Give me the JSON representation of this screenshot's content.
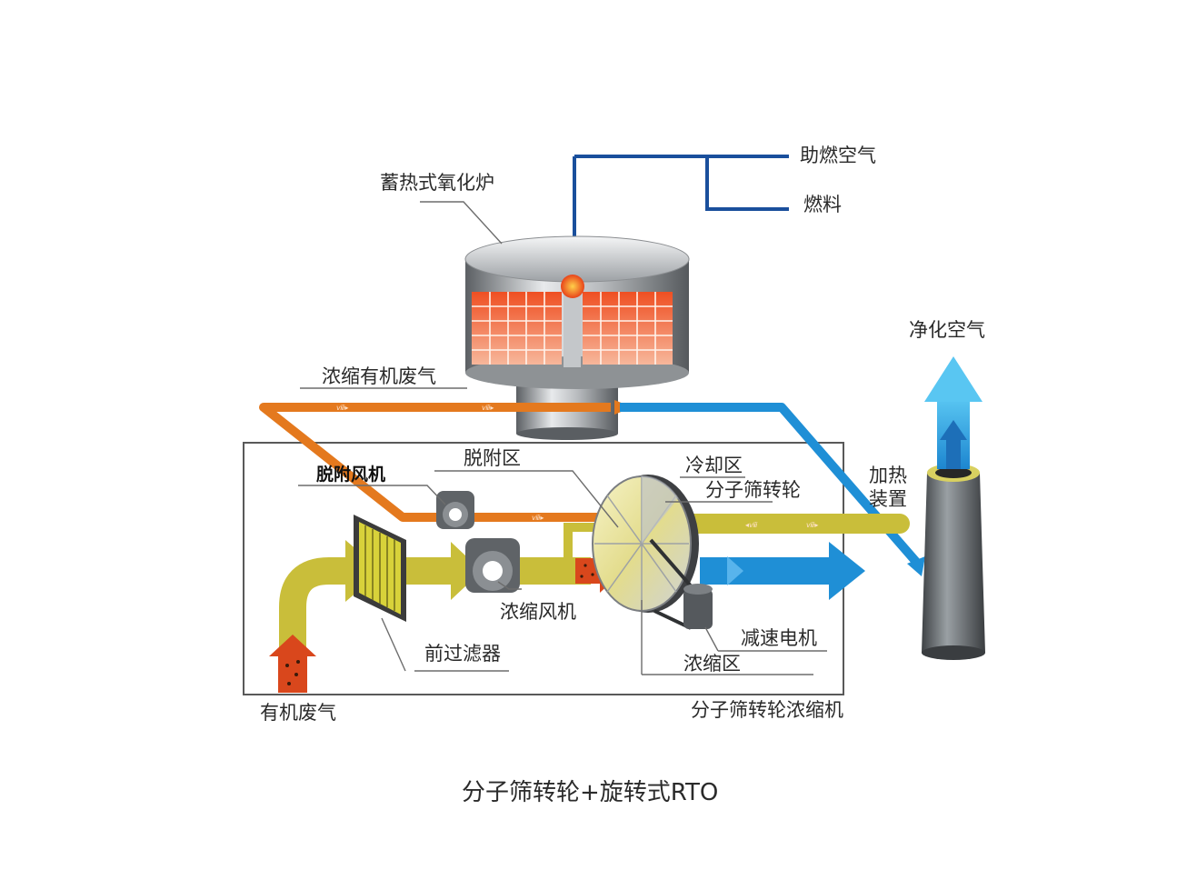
{
  "labels": {
    "regenerative_oxidizer": "蓄热式氧化炉",
    "combustion_air": "助燃空气",
    "fuel": "燃料",
    "clean_air": "净化空气",
    "concentrated_voc": "浓缩有机废气",
    "desorption_fan": "脱附风机",
    "desorption_zone": "脱附区",
    "cooling_zone": "冷却区",
    "zeolite_rotor": "分子筛转轮",
    "heater": "加热",
    "heater_line2": "装置",
    "concentration_fan": "浓缩风机",
    "pre_filter": "前过滤器",
    "reduction_motor": "减速电机",
    "concentration_zone": "浓缩区",
    "voc_inlet": "有机废气",
    "rotor_concentrator": "分子筛转轮浓缩机"
  },
  "caption": "分子筛转轮+旋转式RTO",
  "colors": {
    "voc_flow": "#e4791e",
    "clean_flow": "#1f8fd6",
    "air_flow": "#c9be3a",
    "inlet_flow": "#d9471c",
    "fuel_line": "#1a4f9c",
    "heat_cells": "#ef5b2f",
    "equipment": "#6b6f73"
  },
  "icons": [
    "fan-icon",
    "filter-icon",
    "rotor-icon",
    "stack-icon",
    "oxidizer-icon",
    "motor-icon"
  ]
}
